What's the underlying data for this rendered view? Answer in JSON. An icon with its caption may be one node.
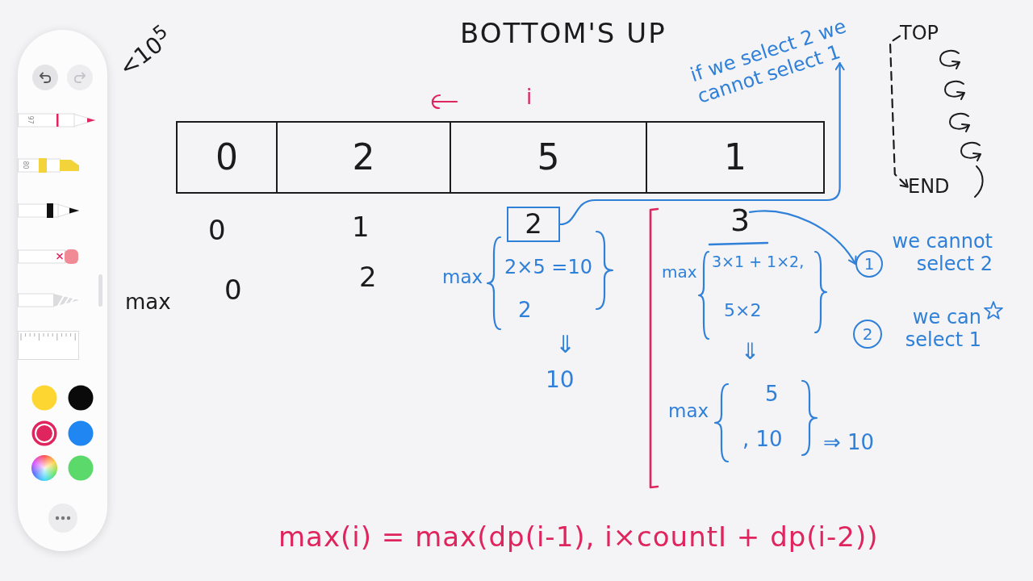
{
  "diagram": {
    "title": "BOTTOM'S UP",
    "nodes": [
      {
        "text": [
          "if we select 2 we cannot select 1"
        ]
      },
      {
        "text": [
          "TOP"
        ]
      },
      {
        "text": [
          "0"
        ]
      },
      {
        "text": [
          "2"
        ]
      },
      {
        "text": [
          "5"
        ],
        "beside": [
          "i"
        ]
      },
      {
        "text": [
          "1"
        ]
      },
      {
        "text": [
          "END"
        ]
      },
      {
        "text": [
          "2"
        ]
      },
      {
        "text": [
          "3"
        ]
      },
      {
        "text": [
          "1"
        ],
        "beside": [
          "we cannot select 2"
        ]
      },
      {
        "text": [
          "2"
        ],
        "beside": [
          "we can select 1"
        ]
      }
    ],
    "edges": [
      {
        "from": 7,
        "to": 0,
        "arrow": "to",
        "color": "#2f80d8"
      },
      {
        "from": 8,
        "to": 9,
        "arrow": "to",
        "color": "#2f80d8"
      },
      {
        "from": 1,
        "to": 6,
        "arrow": "to",
        "style": "dashed",
        "color": "#1b1b1b"
      }
    ],
    "labels": [
      "<10$^{5}$",
      "97",
      "80",
      "0",
      "1",
      "max",
      "0",
      "2",
      "max",
      "2×5 =10",
      "2",
      "⇓",
      "10",
      "max",
      "3×1 + 1×2,",
      "5×2",
      "⇓",
      "max",
      "5",
      ", 10",
      "⇒ 10",
      "max(i) = max(dp(i-1), i×countI + dp(i-2))"
    ]
  }
}
